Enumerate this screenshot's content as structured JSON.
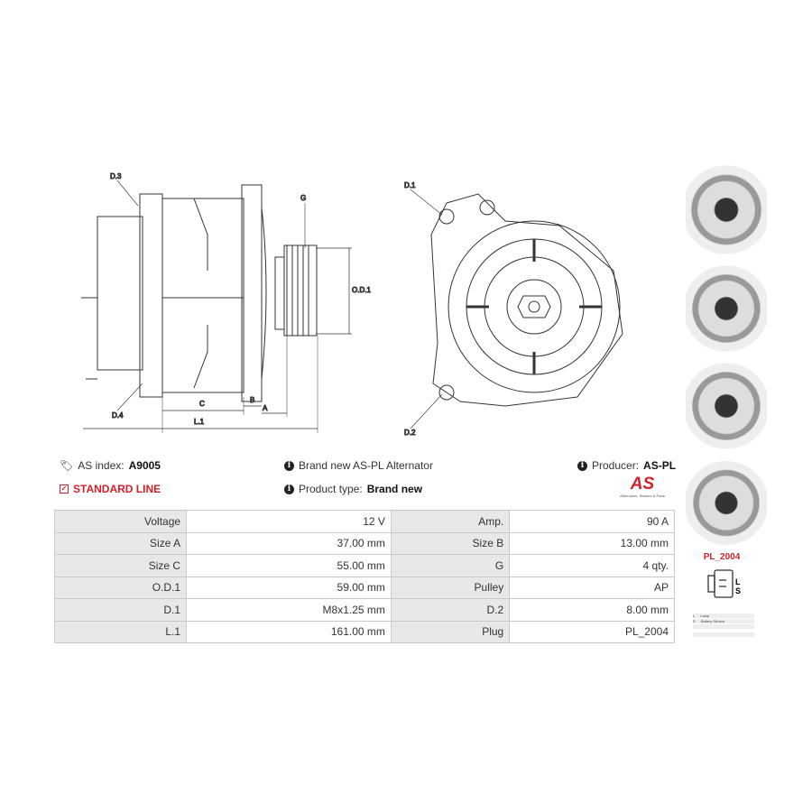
{
  "drawing": {
    "labels": {
      "d3": "D.3",
      "d4": "D.4",
      "g": "G",
      "od1": "O.D.1",
      "c": "C",
      "b": "B",
      "a": "A",
      "l1": "L.1",
      "d1": "D.1",
      "d2": "D.2"
    }
  },
  "info": {
    "as_index_label": "AS index:",
    "as_index_value": "A9005",
    "standard_line": "STANDARD LINE",
    "description": "Brand new AS-PL Alternator",
    "product_type_label": "Product type:",
    "product_type_value": "Brand new",
    "producer_label": "Producer:",
    "producer_value": "AS-PL",
    "logo_text": "AS",
    "logo_tagline": "Alternators, Starters & Parts"
  },
  "specs": [
    [
      "Voltage",
      "12 V",
      "Amp.",
      "90 A"
    ],
    [
      "Size A",
      "37.00 mm",
      "Size B",
      "13.00 mm"
    ],
    [
      "Size C",
      "55.00 mm",
      "G",
      "4 qty."
    ],
    [
      "O.D.1",
      "59.00 mm",
      "Pulley",
      "AP"
    ],
    [
      "D.1",
      "M8x1.25 mm",
      "D.2",
      "8.00 mm"
    ],
    [
      "L.1",
      "161.00 mm",
      "Plug",
      "PL_2004"
    ]
  ],
  "plug": {
    "name": "PL_2004",
    "pins": [
      "L",
      "S"
    ],
    "legend": [
      [
        "L",
        "Lamp"
      ],
      [
        "S",
        "Battery Sensor"
      ]
    ]
  },
  "colors": {
    "accent": "#d3202a"
  }
}
